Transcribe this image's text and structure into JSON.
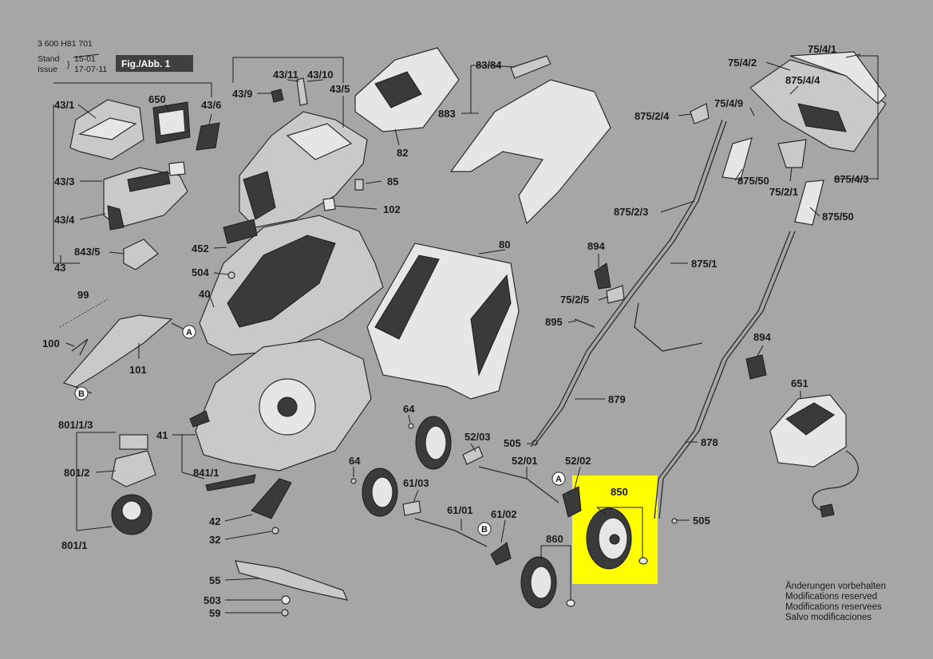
{
  "header": {
    "doc_number": "3 600 H81 701",
    "stand_label": "Stand",
    "issue_label": "Issue",
    "old_date": "15-01",
    "new_date": "17-07-11",
    "figure_label": "Fig./Abb. 1"
  },
  "parts": {
    "p43_1": "43/1",
    "p650": "650",
    "p43_6": "43/6",
    "p43_3": "43/3",
    "p43_4": "43/4",
    "p843_5": "843/5",
    "p43": "43",
    "p43_9": "43/9",
    "p43_11": "43/11",
    "p43_10": "43/10",
    "p43_5": "43/5",
    "p82": "82",
    "p85": "85",
    "p102": "102",
    "p452": "452",
    "p504": "504",
    "p40": "40",
    "p99": "99",
    "p100": "100",
    "p101": "101",
    "p83_84": "83/84",
    "p883": "883",
    "p80": "80",
    "p801_1_3": "801/1/3",
    "p801_2": "801/2",
    "p801_1": "801/1",
    "p41": "41",
    "p841_1": "841/1",
    "p42": "42",
    "p32": "32",
    "p55": "55",
    "p503": "503",
    "p59": "59",
    "p64a": "64",
    "p64b": "64",
    "p52_03": "52/03",
    "p505a": "505",
    "p52_01": "52/01",
    "p52_02": "52/02",
    "p61_03": "61/03",
    "p61_01": "61/01",
    "p61_02": "61/02",
    "p860": "860",
    "p850": "850",
    "p505b": "505",
    "p894a": "894",
    "p75_2_5": "75/2/5",
    "p895": "895",
    "p879": "879",
    "p878": "878",
    "p894b": "894",
    "p651": "651",
    "p875_1": "875/1",
    "p875_2_3": "875/2/3",
    "p875_50a": "875/50",
    "p875_50b": "875/50",
    "p875_2_4": "875/2/4",
    "p75_4_2": "75/4/2",
    "p75_4_1": "75/4/1",
    "p875_4_4": "875/4/4",
    "p75_4_9": "75/4/9",
    "p875_4_3": "875/4/3",
    "p75_2_1": "75/2/1"
  },
  "callouts": {
    "a1": "A",
    "a2": "A",
    "b1": "B",
    "b2": "B"
  },
  "notes": {
    "de": "Änderungen vorbehalten",
    "en": "Modifications reserved",
    "fr": "Modifications reservees",
    "es": "Salvo modificaciones"
  },
  "highlight": {
    "part": "850",
    "color": "#ffff00"
  },
  "colors": {
    "background": "#a6a6a6",
    "figure_box": "#404040"
  }
}
